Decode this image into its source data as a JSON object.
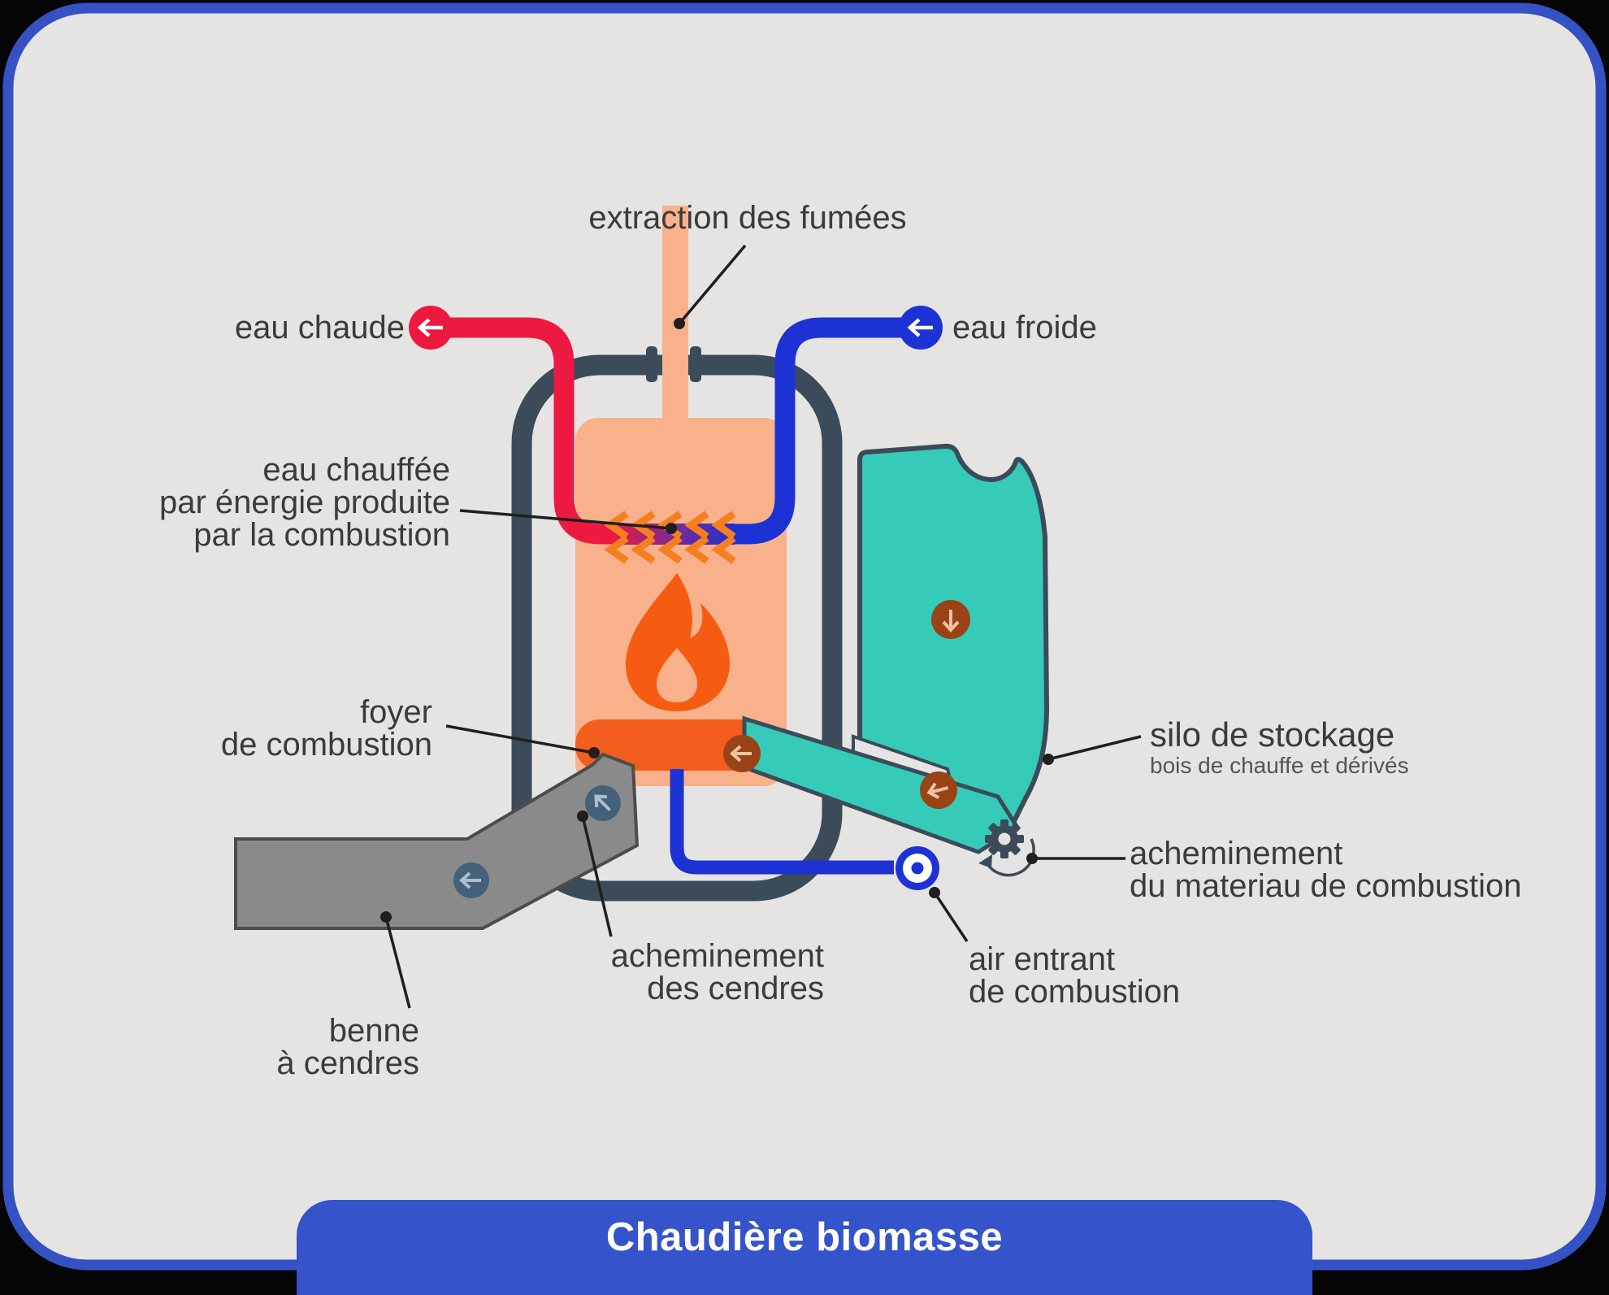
{
  "title_banner": {
    "text": "Chaudière biomasse",
    "bg_color": "#3553cb",
    "text_color": "#ffffff"
  },
  "labels": {
    "extraction": {
      "text": "extraction des fumées"
    },
    "eau_chaude": {
      "text": "eau chaude"
    },
    "eau_froide": {
      "text": "eau froide"
    },
    "eau_chauffee": {
      "line1": "eau chauffée",
      "line2": "par énergie produite",
      "line3": "par la combustion"
    },
    "foyer": {
      "line1": "foyer",
      "line2": "de combustion"
    },
    "silo": {
      "title": "silo de stockage",
      "subtitle": "bois de chauffe et dérivés"
    },
    "acheminement_materiau": {
      "line1": "acheminement",
      "line2": "du materiau de combustion"
    },
    "air_entrant": {
      "line1": "air entrant",
      "line2": "de combustion"
    },
    "acheminement_cendres": {
      "line1": "acheminement",
      "line2": "des cendres"
    },
    "benne": {
      "line1": "benne",
      "line2": "à cendres"
    }
  },
  "colors": {
    "card_background": "#e5e4e3",
    "card_border_blue": "#3552c4",
    "banner_blue": "#3553cb",
    "boiler_outline_slate": "#3b4b59",
    "hot_water_red": "#ed1940",
    "cold_water_blue": "#1d32d4",
    "tank_peach": "#f9b18b",
    "flame_orange": "#f55c11",
    "burner_bed_orange": "#f35d1d",
    "heat_chevron_orange": "#f57f1e",
    "silo_teal": "#35cbb8",
    "conveyor_gray": "#8a8a8a",
    "conveyor_circle_slate": "#44607b",
    "feed_circle_brown": "#9a4317",
    "label_text": "#3b3b3b"
  },
  "icons": {
    "flame": "flame-icon",
    "gear": "gear-icon",
    "hot_arrow": "arrow-left-icon",
    "cold_arrow": "arrow-left-icon",
    "silo_arrow": "arrow-down-icon",
    "air_inlet": "target-icon",
    "heat": "heat-chevrons-icon",
    "gear_rotation": "rotation-arrow-icon"
  }
}
